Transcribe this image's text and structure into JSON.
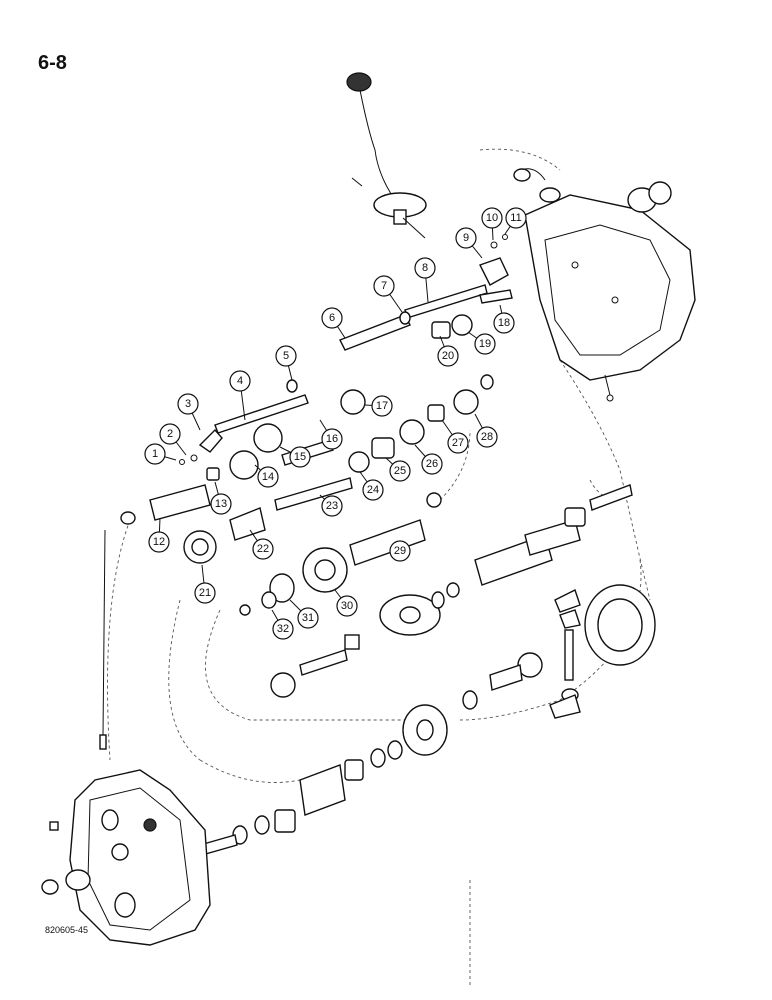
{
  "page_number": "6-8",
  "reference_code": "820605-45",
  "callouts": [
    "1",
    "2",
    "3",
    "4",
    "5",
    "6",
    "7",
    "8",
    "9",
    "10",
    "11",
    "12",
    "13",
    "14",
    "15",
    "16",
    "17",
    "18",
    "19",
    "20",
    "21",
    "22",
    "23",
    "24",
    "25",
    "26",
    "27",
    "28",
    "29",
    "30",
    "31",
    "32"
  ]
}
